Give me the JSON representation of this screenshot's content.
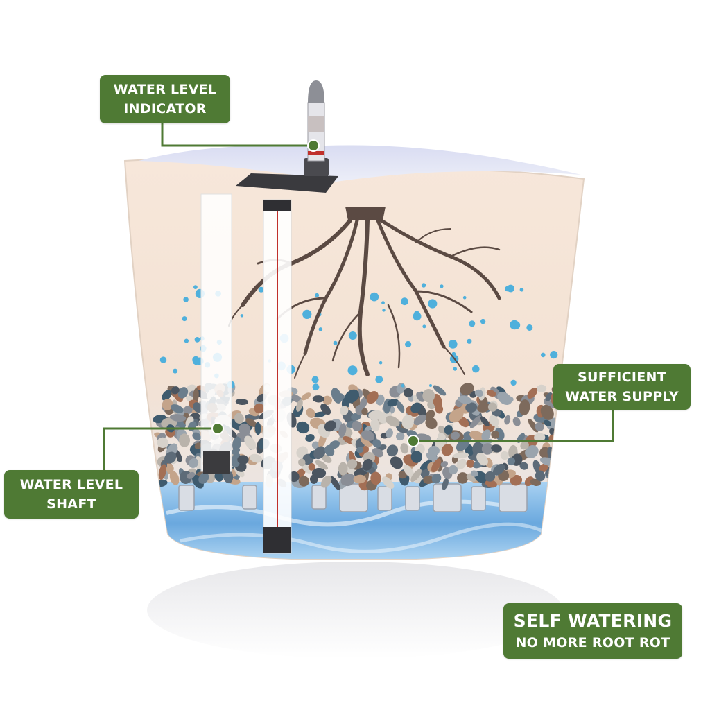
{
  "labels": {
    "water_level_indicator": [
      "WATER LEVEL",
      "INDICATOR"
    ],
    "sufficient_water_supply": [
      "SUFFICIENT",
      "WATER SUPPLY"
    ],
    "water_level_shaft": [
      "WATER LEVEL",
      "SHAFT"
    ],
    "self_watering": [
      "SELF WATERING",
      "NO MORE ROOT ROT"
    ]
  },
  "colors": {
    "label_green": "#4f7a34",
    "pot_cream": "#f6e6d8",
    "water_blue": "#7fb6e6",
    "root_brown": "#5b4a43"
  }
}
